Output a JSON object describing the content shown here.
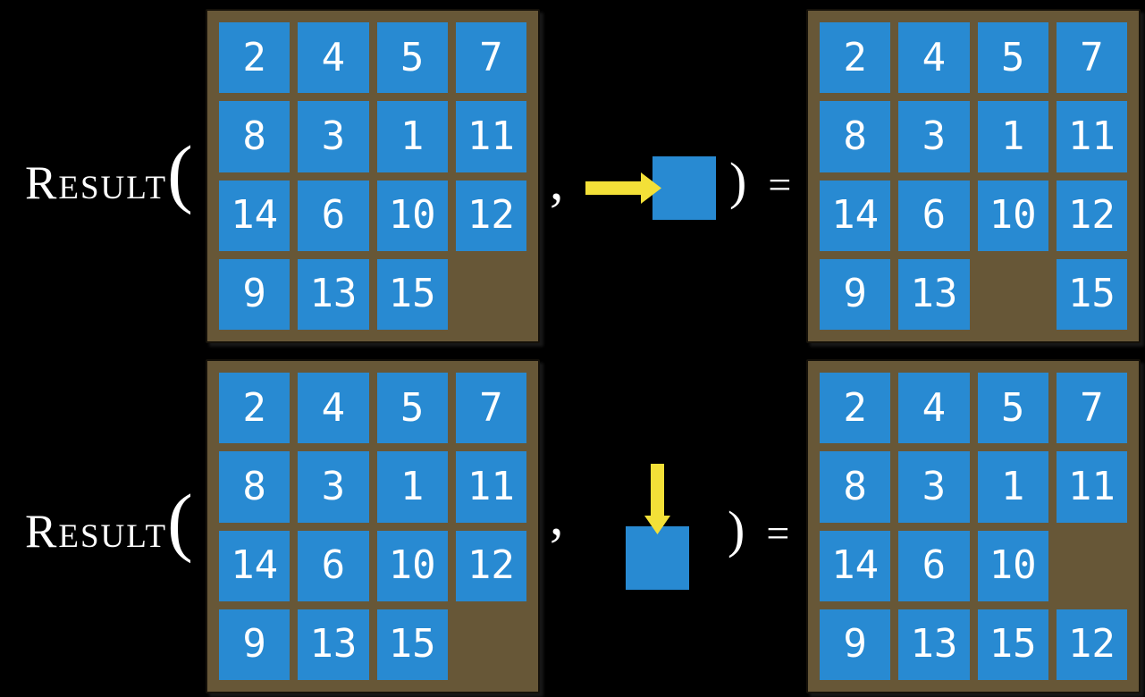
{
  "labels": {
    "function_name": "Result",
    "open_paren": "(",
    "comma": ",",
    "close_paren": ")",
    "equals": "="
  },
  "colors": {
    "background": "#000000",
    "board_brown": "#675737",
    "tile_blue": "#288ad2",
    "arrow_yellow": "#f3e038",
    "number_white": "#ffffff"
  },
  "examples": [
    {
      "action_icon": "right-arrow-into-blank-tile",
      "action_direction": "right",
      "state_before": [
        [
          "2",
          "4",
          "5",
          "7"
        ],
        [
          "8",
          "3",
          "1",
          "11"
        ],
        [
          "14",
          "6",
          "10",
          "12"
        ],
        [
          "9",
          "13",
          "15",
          ""
        ]
      ],
      "state_after": [
        [
          "2",
          "4",
          "5",
          "7"
        ],
        [
          "8",
          "3",
          "1",
          "11"
        ],
        [
          "14",
          "6",
          "10",
          "12"
        ],
        [
          "9",
          "13",
          "",
          "15"
        ]
      ]
    },
    {
      "action_icon": "down-arrow-into-blank-tile",
      "action_direction": "down",
      "state_before": [
        [
          "2",
          "4",
          "5",
          "7"
        ],
        [
          "8",
          "3",
          "1",
          "11"
        ],
        [
          "14",
          "6",
          "10",
          "12"
        ],
        [
          "9",
          "13",
          "15",
          ""
        ]
      ],
      "state_after": [
        [
          "2",
          "4",
          "5",
          "7"
        ],
        [
          "8",
          "3",
          "1",
          "11"
        ],
        [
          "14",
          "6",
          "10",
          ""
        ],
        [
          "9",
          "13",
          "15",
          "12"
        ]
      ]
    }
  ]
}
